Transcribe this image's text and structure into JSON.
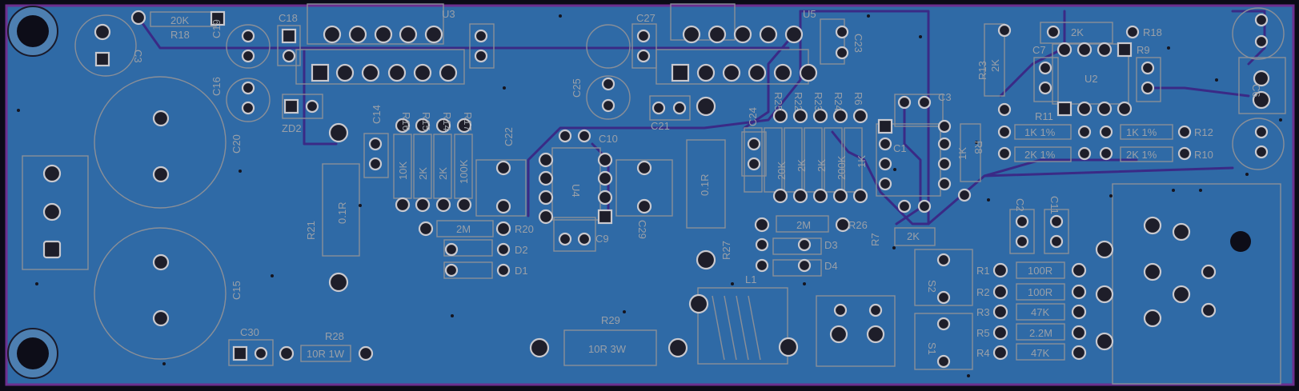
{
  "board": {
    "colors": {
      "copper": "#2f6aa6",
      "edge": "#6c2f8f",
      "silk": "#8a8f98",
      "trace": "#3a2a86"
    }
  },
  "labels": [
    {
      "id": "R18a",
      "text": "R18"
    },
    {
      "id": "20K",
      "text": "20K"
    },
    {
      "id": "C18",
      "text": "C18"
    },
    {
      "id": "U3",
      "text": "U3"
    },
    {
      "id": "C27",
      "text": "C27"
    },
    {
      "id": "U5",
      "text": "U5"
    },
    {
      "id": "C3top",
      "text": "C3"
    },
    {
      "id": "C19",
      "text": "C19"
    },
    {
      "id": "C16",
      "text": "C16"
    },
    {
      "id": "C20",
      "text": "C20"
    },
    {
      "id": "ZD2",
      "text": "ZD2"
    },
    {
      "id": "C15",
      "text": "C15"
    },
    {
      "id": "C30",
      "text": "C30"
    },
    {
      "id": "R28",
      "text": "R28"
    },
    {
      "id": "10R1W",
      "text": "10R 1W"
    },
    {
      "id": "R21",
      "text": "R21"
    },
    {
      "id": "0R1a",
      "text": "0.1R"
    },
    {
      "id": "C14",
      "text": "C14"
    },
    {
      "id": "R16",
      "text": "R16"
    },
    {
      "id": "R15",
      "text": "R15"
    },
    {
      "id": "R14",
      "text": "R14"
    },
    {
      "id": "R17",
      "text": "R17"
    },
    {
      "id": "10K",
      "text": "10K"
    },
    {
      "id": "2Ka",
      "text": "2K"
    },
    {
      "id": "2Kb",
      "text": "2K"
    },
    {
      "id": "100K",
      "text": "100K"
    },
    {
      "id": "C22",
      "text": "C22"
    },
    {
      "id": "C10",
      "text": "C10"
    },
    {
      "id": "U4",
      "text": "U4"
    },
    {
      "id": "C9",
      "text": "C9"
    },
    {
      "id": "C29",
      "text": "C29"
    },
    {
      "id": "2M",
      "text": "2M"
    },
    {
      "id": "R20",
      "text": "R20"
    },
    {
      "id": "D2",
      "text": "D2"
    },
    {
      "id": "D1",
      "text": "D1"
    },
    {
      "id": "R29",
      "text": "R29"
    },
    {
      "id": "10R3W",
      "text": "10R 3W"
    },
    {
      "id": "C25",
      "text": "C25"
    },
    {
      "id": "C23",
      "text": "C23"
    },
    {
      "id": "C21",
      "text": "C21"
    },
    {
      "id": "0R1b",
      "text": "0.1R"
    },
    {
      "id": "R27",
      "text": "R27"
    },
    {
      "id": "L1",
      "text": "L1"
    },
    {
      "id": "C24",
      "text": "C24"
    },
    {
      "id": "R25",
      "text": "R25"
    },
    {
      "id": "R22",
      "text": "R22"
    },
    {
      "id": "R23",
      "text": "R23"
    },
    {
      "id": "R24",
      "text": "R24"
    },
    {
      "id": "R6",
      "text": "R6"
    },
    {
      "id": "20Kb",
      "text": "20K"
    },
    {
      "id": "2Kc",
      "text": "2K"
    },
    {
      "id": "2Kd",
      "text": "2K"
    },
    {
      "id": "200K",
      "text": "200K"
    },
    {
      "id": "1K",
      "text": "1K"
    },
    {
      "id": "2M2",
      "text": "2M"
    },
    {
      "id": "R26",
      "text": "R26"
    },
    {
      "id": "D3",
      "text": "D3"
    },
    {
      "id": "D4",
      "text": "D4"
    },
    {
      "id": "2Ke",
      "text": "2K"
    },
    {
      "id": "R7",
      "text": "R7"
    },
    {
      "id": "C3",
      "text": "C3"
    },
    {
      "id": "C1",
      "text": "C1"
    },
    {
      "id": "R8",
      "text": "R8"
    },
    {
      "id": "1Kb",
      "text": "1K"
    },
    {
      "id": "R13",
      "text": "R13"
    },
    {
      "id": "2Kf",
      "text": "2K"
    },
    {
      "id": "C7",
      "text": "C7"
    },
    {
      "id": "2Kg",
      "text": "2K"
    },
    {
      "id": "R18b",
      "text": "R18"
    },
    {
      "id": "R9",
      "text": "R9"
    },
    {
      "id": "U2",
      "text": "U2"
    },
    {
      "id": "R11",
      "text": "R11"
    },
    {
      "id": "1K1a",
      "text": "1K  1%"
    },
    {
      "id": "1K1b",
      "text": "1K  1%"
    },
    {
      "id": "R12",
      "text": "R12"
    },
    {
      "id": "2K1a",
      "text": "2K  1%"
    },
    {
      "id": "2K1b",
      "text": "2K  1%"
    },
    {
      "id": "R10",
      "text": "R10"
    },
    {
      "id": "C2",
      "text": "C2"
    },
    {
      "id": "C11",
      "text": "C11"
    },
    {
      "id": "R1",
      "text": "R1"
    },
    {
      "id": "100Ra",
      "text": "100R"
    },
    {
      "id": "R2",
      "text": "R2"
    },
    {
      "id": "100Rb",
      "text": "100R"
    },
    {
      "id": "R3",
      "text": "R3"
    },
    {
      "id": "47Ka",
      "text": "47K"
    },
    {
      "id": "R5",
      "text": "R5"
    },
    {
      "id": "2M2b",
      "text": "2.2M"
    },
    {
      "id": "R4",
      "text": "R4"
    },
    {
      "id": "47Kb",
      "text": "47K"
    },
    {
      "id": "SW2",
      "text": "S2"
    },
    {
      "id": "SW1",
      "text": "S1"
    },
    {
      "id": "C6",
      "text": "C6"
    }
  ]
}
